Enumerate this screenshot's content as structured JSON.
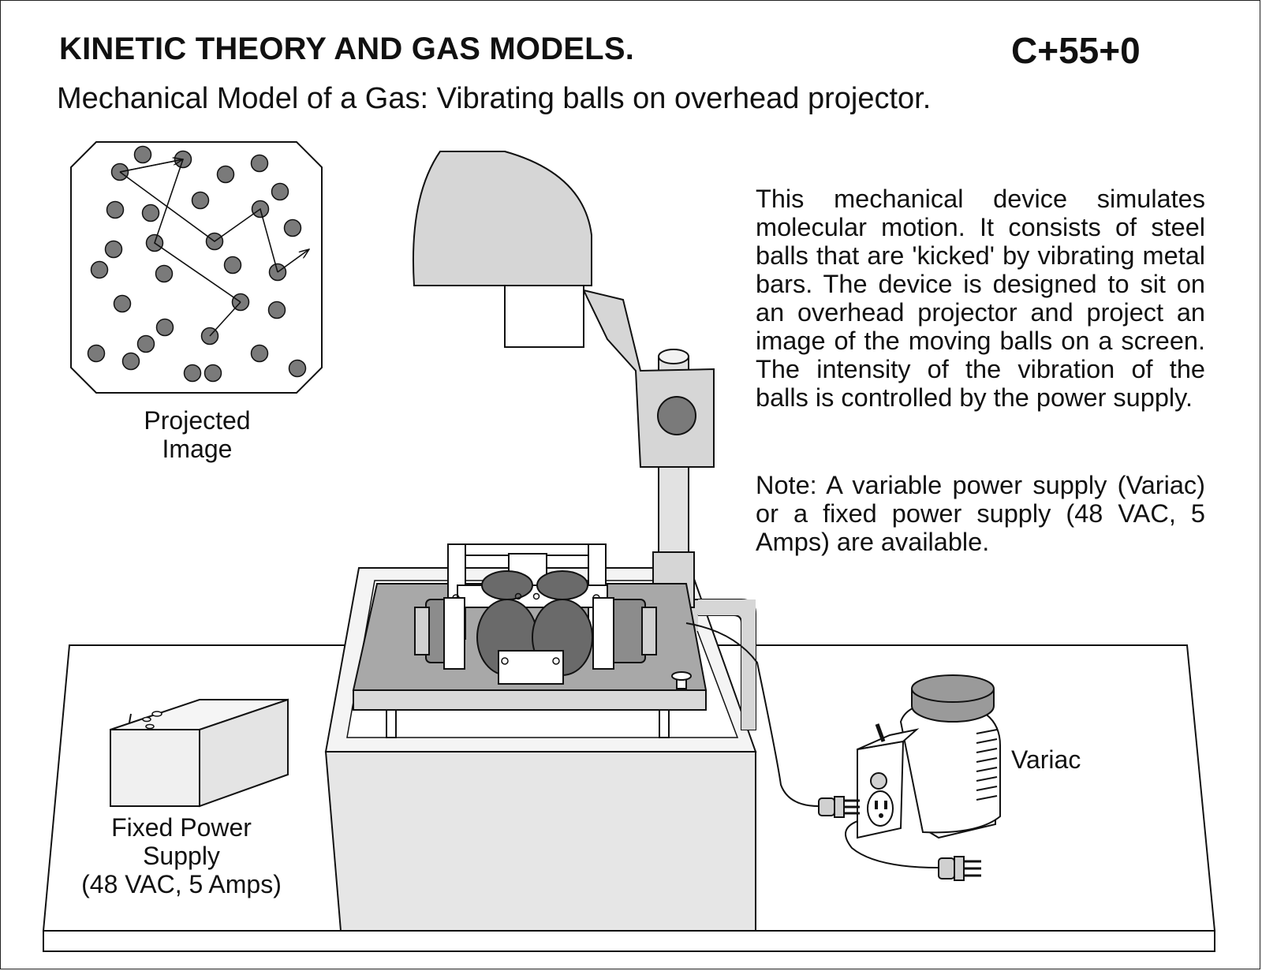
{
  "header": {
    "title": "KINETIC THEORY AND GAS MODELS.",
    "code": "C+55+0",
    "subtitle": "Mechanical Model of a Gas: Vibrating balls on overhead projector."
  },
  "description": {
    "paragraph1": "This mechanical device simulates molecular motion.  It consists of steel balls that are 'kicked' by vibrating metal bars.  The device is designed to sit on an overhead projector and project an image of the moving balls on a screen. The intensity of the vibration of the balls is controlled by the power supply.",
    "paragraph2": "Note: A variable power supply (Variac) or a fixed power supply (48 VAC, 5 Amps) are available."
  },
  "labels": {
    "projected_image": "Projected\nImage",
    "fixed_power_supply": "Fixed Power\nSupply\n(48 VAC, 5 Amps)",
    "variac": "Variac"
  },
  "colors": {
    "ball_fill": "#7a7a7a",
    "projector_gray": "#d6d6d6",
    "line": "#111111"
  }
}
